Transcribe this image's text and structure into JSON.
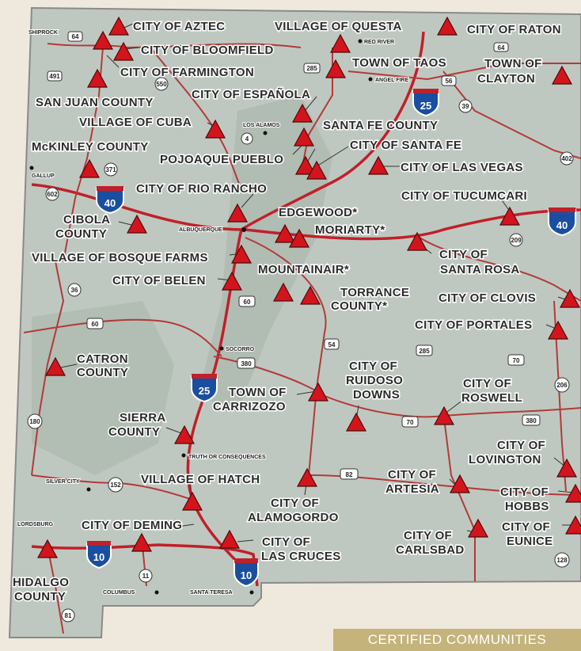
{
  "colors": {
    "background": "#efe9dd",
    "land": "#bfc8c0",
    "marker": "#d4141c",
    "road": "#b23a3a",
    "interstate": "#1a4ea0",
    "banner": "#c4b37a"
  },
  "banner": "CERTIFIED COMMUNITIES",
  "communities": [
    {
      "name": "CITY OF AZTEC"
    },
    {
      "name": "VILLAGE OF QUESTA"
    },
    {
      "name": "CITY OF RATON"
    },
    {
      "name": "CITY OF BLOOMFIELD"
    },
    {
      "name": "TOWN OF TAOS"
    },
    {
      "name": "TOWN OF"
    },
    {
      "name": "CLAYTON"
    },
    {
      "name": "CITY OF FARMINGTON"
    },
    {
      "name": "SAN JUAN COUNTY"
    },
    {
      "name": "CITY OF ESPAÑOLA"
    },
    {
      "name": "VILLAGE OF CUBA"
    },
    {
      "name": "SANTA FE COUNTY"
    },
    {
      "name": "McKINLEY COUNTY"
    },
    {
      "name": "CITY OF SANTA FE"
    },
    {
      "name": "POJOAQUE PUEBLO"
    },
    {
      "name": "CITY OF LAS VEGAS"
    },
    {
      "name": "CITY OF RIO RANCHO"
    },
    {
      "name": "CITY OF TUCUMCARI"
    },
    {
      "name": "EDGEWOOD*"
    },
    {
      "name": "CIBOLA"
    },
    {
      "name": "COUNTY"
    },
    {
      "name": "MORIARTY*"
    },
    {
      "name": "VILLAGE OF BOSQUE FARMS"
    },
    {
      "name": "CITY OF"
    },
    {
      "name": "SANTA ROSA"
    },
    {
      "name": "MOUNTAINAIR*"
    },
    {
      "name": "CITY OF BELEN"
    },
    {
      "name": "TORRANCE"
    },
    {
      "name": "COUNTY*"
    },
    {
      "name": "CITY OF CLOVIS"
    },
    {
      "name": "CITY OF PORTALES"
    },
    {
      "name": "CATRON"
    },
    {
      "name": "COUNTY"
    },
    {
      "name": "CITY OF"
    },
    {
      "name": "RUIDOSO"
    },
    {
      "name": "DOWNS"
    },
    {
      "name": "CITY OF"
    },
    {
      "name": "ROSWELL"
    },
    {
      "name": "TOWN OF"
    },
    {
      "name": "CARRIZOZO"
    },
    {
      "name": "SIERRA"
    },
    {
      "name": "COUNTY"
    },
    {
      "name": "CITY OF"
    },
    {
      "name": "LOVINGTON"
    },
    {
      "name": "VILLAGE OF HATCH"
    },
    {
      "name": "CITY OF"
    },
    {
      "name": "ARTESIA"
    },
    {
      "name": "CITY OF"
    },
    {
      "name": "HOBBS"
    },
    {
      "name": "CITY OF"
    },
    {
      "name": "ALAMOGORDO"
    },
    {
      "name": "CITY OF DEMING"
    },
    {
      "name": "CITY OF"
    },
    {
      "name": "EUNICE"
    },
    {
      "name": "CITY OF"
    },
    {
      "name": "CARLSBAD"
    },
    {
      "name": "CITY OF"
    },
    {
      "name": "LAS CRUCES"
    },
    {
      "name": "HIDALGO"
    },
    {
      "name": "COUNTY"
    }
  ],
  "places": [
    "SHIPROCK",
    "RED RIVER",
    "ANGEL FIRE",
    "LOS ALAMOS",
    "GALLUP",
    "ALBUQUERQUE",
    "SOCORRO",
    "TRUTH OR CONSEQUENCES",
    "SILVER CITY",
    "LORDSBURG",
    "COLUMBUS",
    "SANTA TERESA"
  ],
  "interstates": [
    "25",
    "40",
    "40",
    "25",
    "10",
    "10"
  ],
  "routes": [
    "64",
    "491",
    "550",
    "285",
    "64",
    "56",
    "39",
    "4",
    "371",
    "602",
    "402",
    "209",
    "36",
    "60",
    "60",
    "54",
    "285",
    "380",
    "70",
    "206",
    "180",
    "152",
    "82",
    "70",
    "380",
    "11",
    "81",
    "128"
  ]
}
